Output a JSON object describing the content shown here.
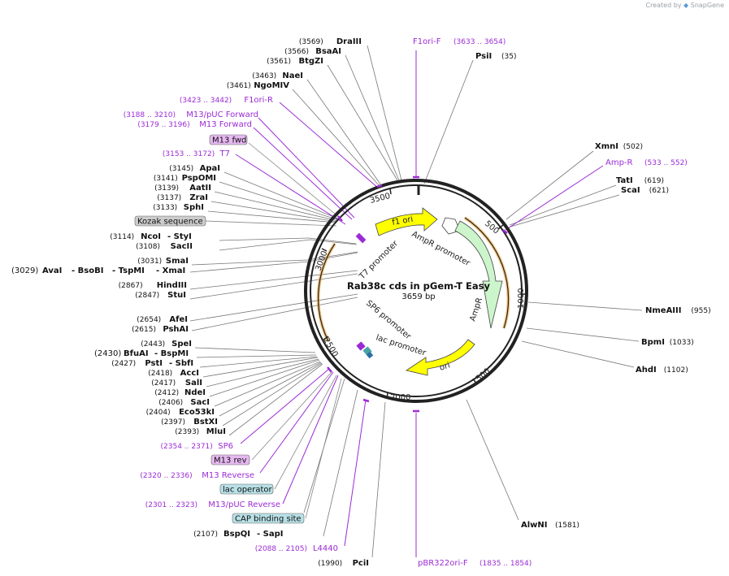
{
  "credit": {
    "created_by": "Created by",
    "brand": "SnapGene"
  },
  "plasmid": {
    "name": "Rab38c cds in pGem-T Easy",
    "size": "3659 bp"
  },
  "colors": {
    "primer": "#9b2bd6",
    "enzyme_line": "#777777",
    "backbone": "#222222",
    "ori": "#ffff00",
    "ampr": "#ccf5cc",
    "promoter_arc": "#f0a030"
  },
  "ticks": [
    "500",
    "1000",
    "1500",
    "2000",
    "2500",
    "3000",
    "3500"
  ],
  "left_labels": [
    {
      "pos": "(3569)",
      "name": "DraIII"
    },
    {
      "pos": "(3566)",
      "name": "BsaAI"
    },
    {
      "pos": "(3561)",
      "name": "BtgZI"
    },
    {
      "pos": "(3463)",
      "name": "NaeI"
    },
    {
      "pos": "(3461)",
      "name": "NgoMIV"
    },
    {
      "pos": "(3145)",
      "name": "ApaI"
    },
    {
      "pos": "(3141)",
      "name": "PspOMI"
    },
    {
      "pos": "(3139)",
      "name": "AatII"
    },
    {
      "pos": "(3137)",
      "name": "ZraI"
    },
    {
      "pos": "(3133)",
      "name": "SphI"
    },
    {
      "pos": "(3114)",
      "name": "NcoI",
      "extra": "- StyI"
    },
    {
      "pos": "(3108)",
      "name": "SacII"
    },
    {
      "pos": "(3031)",
      "name": "SmaI"
    },
    {
      "pos": "(2867)",
      "name": "HindIII"
    },
    {
      "pos": "(2847)",
      "name": "StuI"
    },
    {
      "pos": "(2654)",
      "name": "AfeI"
    },
    {
      "pos": "(2615)",
      "name": "PshAI"
    },
    {
      "pos": "(2443)",
      "name": "SpeI"
    },
    {
      "pos": "(2427)",
      "name": "PstI",
      "extra": "- SbfI"
    },
    {
      "pos": "(2418)",
      "name": "AccI"
    },
    {
      "pos": "(2417)",
      "name": "SalI"
    },
    {
      "pos": "(2412)",
      "name": "NdeI"
    },
    {
      "pos": "(2406)",
      "name": "SacI"
    },
    {
      "pos": "(2404)",
      "name": "Eco53kI"
    },
    {
      "pos": "(2397)",
      "name": "BstXI"
    },
    {
      "pos": "(2393)",
      "name": "MluI"
    },
    {
      "pos": "(2107)",
      "name": "BspQI",
      "extra": "- SapI"
    },
    {
      "pos": "(1990)",
      "name": "PciI"
    }
  ],
  "multi_labels": {
    "ava": {
      "pos": "(3029)",
      "a": "AvaI",
      "b": "- BsoBI",
      "c": "- TspMI",
      "d": "- XmaI"
    },
    "bfua": {
      "pos": "(2430)",
      "a": "BfuAI",
      "b": "- BspMI"
    }
  },
  "primers_left": [
    {
      "range": "(3423 .. 3442)",
      "name": "F1ori-R"
    },
    {
      "range": "(3188 .. 3210)",
      "name": "M13/pUC Forward"
    },
    {
      "range": "(3179 .. 3196)",
      "name": "M13 Forward"
    },
    {
      "range": "(3153 .. 3172)",
      "name": "T7"
    },
    {
      "range": "(2354 .. 2371)",
      "name": "SP6"
    },
    {
      "range": "(2320 .. 2336)",
      "name": "M13 Reverse"
    },
    {
      "range": "(2301 .. 2323)",
      "name": "M13/pUC Reverse"
    },
    {
      "range": "(2088 .. 2105)",
      "name": "L4440"
    }
  ],
  "features_boxed": [
    {
      "name": "M13 fwd"
    },
    {
      "name": "Kozak sequence"
    },
    {
      "name": "M13 rev"
    },
    {
      "name": "lac operator"
    },
    {
      "name": "CAP binding site"
    }
  ],
  "top_labels": {
    "f1ori_f": {
      "name": "F1ori-F",
      "range": "(3633 .. 3654)"
    },
    "psi": {
      "name": "PsiI",
      "pos": "(35)"
    }
  },
  "right_labels": [
    {
      "name": "XmnI",
      "pos": "(502)"
    },
    {
      "name": "TatI",
      "pos": "(619)"
    },
    {
      "name": "ScaI",
      "pos": "(621)"
    },
    {
      "name": "NmeAIII",
      "pos": "(955)"
    },
    {
      "name": "BpmI",
      "pos": "(1033)"
    },
    {
      "name": "AhdI",
      "pos": "(1102)"
    },
    {
      "name": "AlwNI",
      "pos": "(1581)"
    }
  ],
  "right_primers": [
    {
      "name": "Amp-R",
      "range": "(533 .. 552)"
    }
  ],
  "bottom_primer": {
    "name": "pBR322ori-F",
    "range": "(1835 .. 1854)"
  },
  "inner_features": {
    "f1ori": "f1 ori",
    "ampr_promoter": "AmpR promoter",
    "ampr": "AmpR",
    "ori": "ori",
    "t7_promoter": "T7 promoter",
    "sp6_promoter": "SP6 promoter",
    "lac_promoter": "lac promoter"
  }
}
